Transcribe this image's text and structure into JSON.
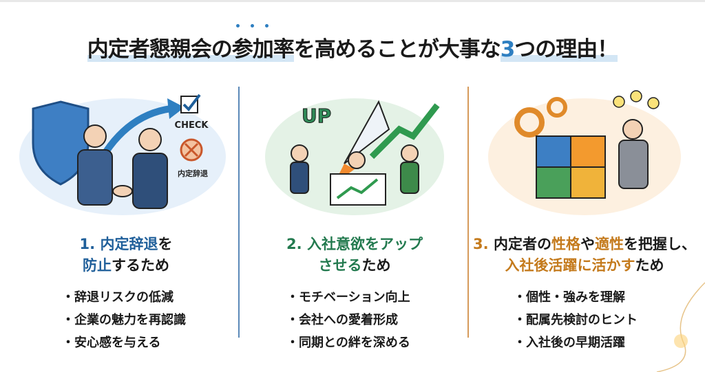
{
  "title": {
    "part1": "内定者懇親会の",
    "part2": "参加率",
    "part3": "を高めることが大事な",
    "num": "3",
    "part4": "つの理由！"
  },
  "colors": {
    "blue": "#1f5f9a",
    "green": "#237a4f",
    "orange": "#c47a1c",
    "accent": "#2e7fc1"
  },
  "columns": [
    {
      "illustration": {
        "check_label": "CHECK",
        "decline_label": "内定辞退"
      },
      "heading": [
        "1. ",
        "内定辞退",
        "を",
        "防止",
        "するため"
      ],
      "bullets": [
        "辞退リスクの低減",
        "企業の魅力を再認識",
        "安心感を与える"
      ]
    },
    {
      "illustration": {
        "up_label": "UP"
      },
      "heading": [
        "2. ",
        "入社意欲をアップ",
        "させる",
        "ため"
      ],
      "bullets": [
        "モチベーション向上",
        "会社への愛着形成",
        "同期との絆を深める"
      ]
    },
    {
      "heading": [
        "3. ",
        "内定者の",
        "性格",
        "や",
        "適性",
        "を把握し、",
        "入社後活躍に活かす",
        "ため"
      ],
      "bullets": [
        "個性・強みを理解",
        "配属先検討のヒント",
        "入社後の早期活躍"
      ]
    }
  ]
}
